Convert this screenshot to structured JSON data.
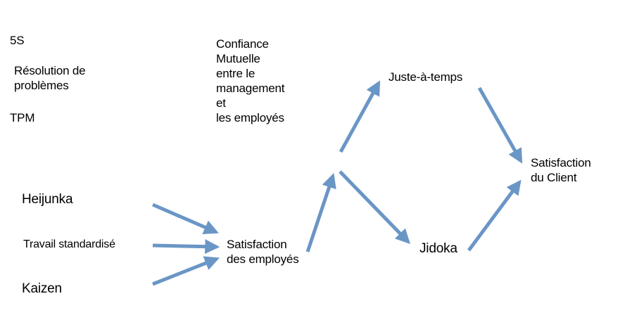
{
  "diagram": {
    "arrow_color": "#6a96c6",
    "nodes": {
      "five_s": "5S",
      "resolution": "Résolution de\nproblèmes",
      "tpm": "TPM",
      "confiance": "Confiance\nMutuelle\nentre le\nmanagement\net\nles employés",
      "heijunka": "Heijunka",
      "travail_standardise": "Travail standardisé",
      "kaizen": "Kaizen",
      "satisfaction_employes": "Satisfaction\ndes employés",
      "juste_a_temps": "Juste-à-temps",
      "satisfaction_client": "Satisfaction\ndu Client",
      "jidoka": "Jidoka"
    }
  }
}
